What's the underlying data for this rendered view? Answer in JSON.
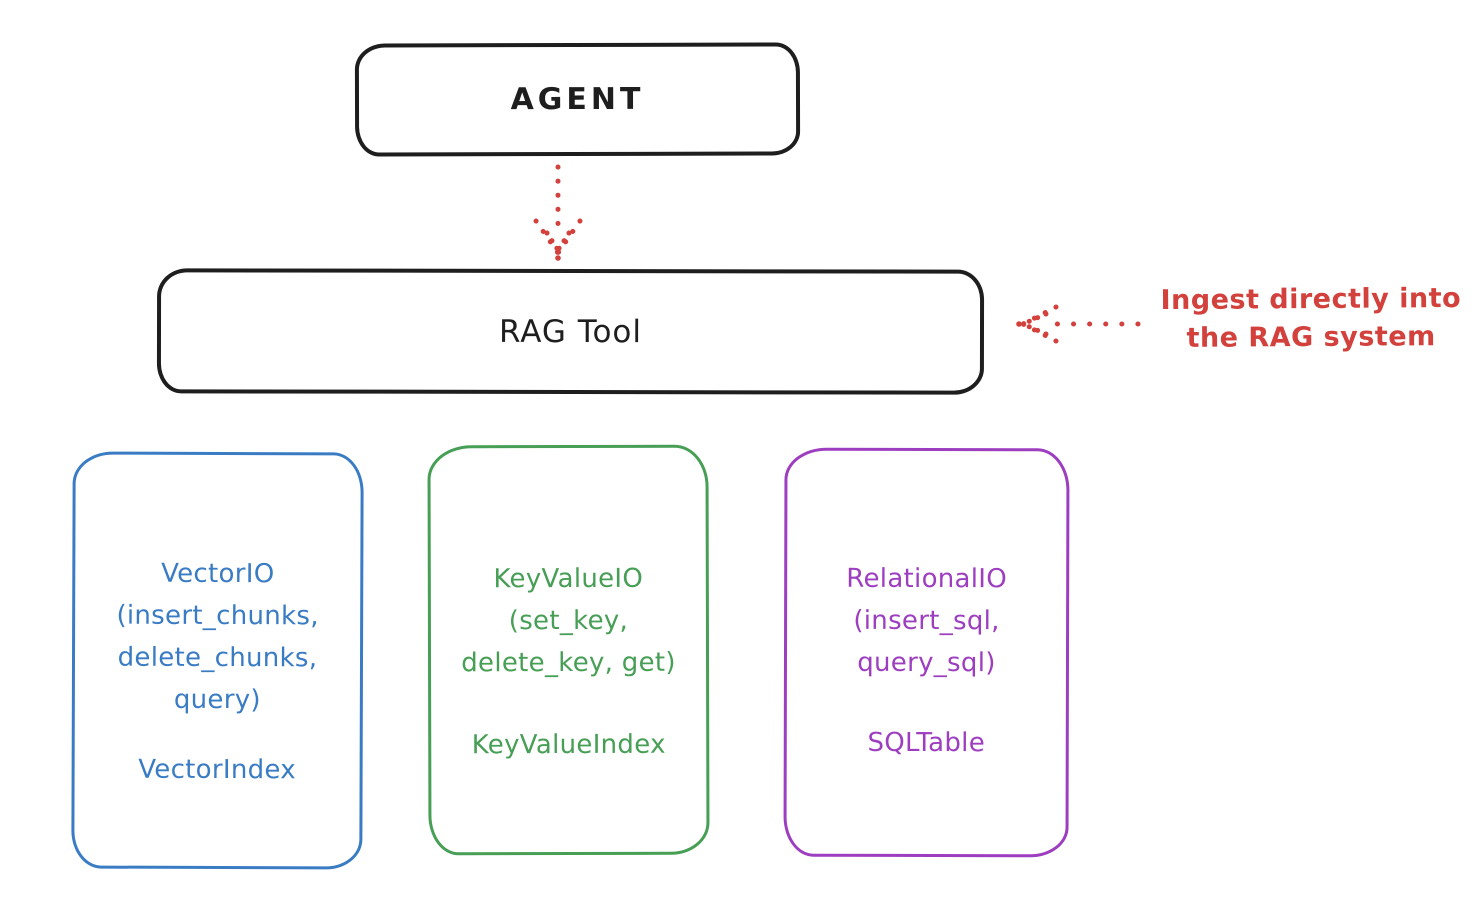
{
  "nodes": {
    "agent": {
      "label": "AGENT"
    },
    "rag_tool": {
      "label": "RAG Tool"
    }
  },
  "annotation": {
    "line1": "Ingest directly into",
    "line2": "the RAG system"
  },
  "arrows": [
    {
      "name": "agent-to-rag-tool",
      "style": "dotted",
      "direction": "down",
      "color": "#d2413c"
    },
    {
      "name": "ingest-into-rag-tool",
      "style": "dotted",
      "direction": "left",
      "color": "#d2413c"
    }
  ],
  "storage_boxes": [
    {
      "name": "vector-io",
      "accent_color": "#3a7cc4",
      "label_lines": [
        "VectorIO",
        "(insert_chunks,",
        "delete_chunks,",
        "query)"
      ],
      "index_label": "VectorIndex"
    },
    {
      "name": "keyvalue-io",
      "accent_color": "#479e55",
      "label_lines": [
        "KeyValueIO",
        "(set_key,",
        "delete_key, get)"
      ],
      "index_label": "KeyValueIndex"
    },
    {
      "name": "relational-io",
      "accent_color": "#9d3ec0",
      "label_lines": [
        "RelationalIO",
        "(insert_sql,",
        "query_sql)"
      ],
      "index_label": "SQLTable"
    }
  ],
  "colors": {
    "background": "#ffffff",
    "node_stroke": "#1e1e1e",
    "red": "#d2413c",
    "blue": "#3a7cc4",
    "green": "#479e55",
    "purple": "#9d3ec0"
  }
}
